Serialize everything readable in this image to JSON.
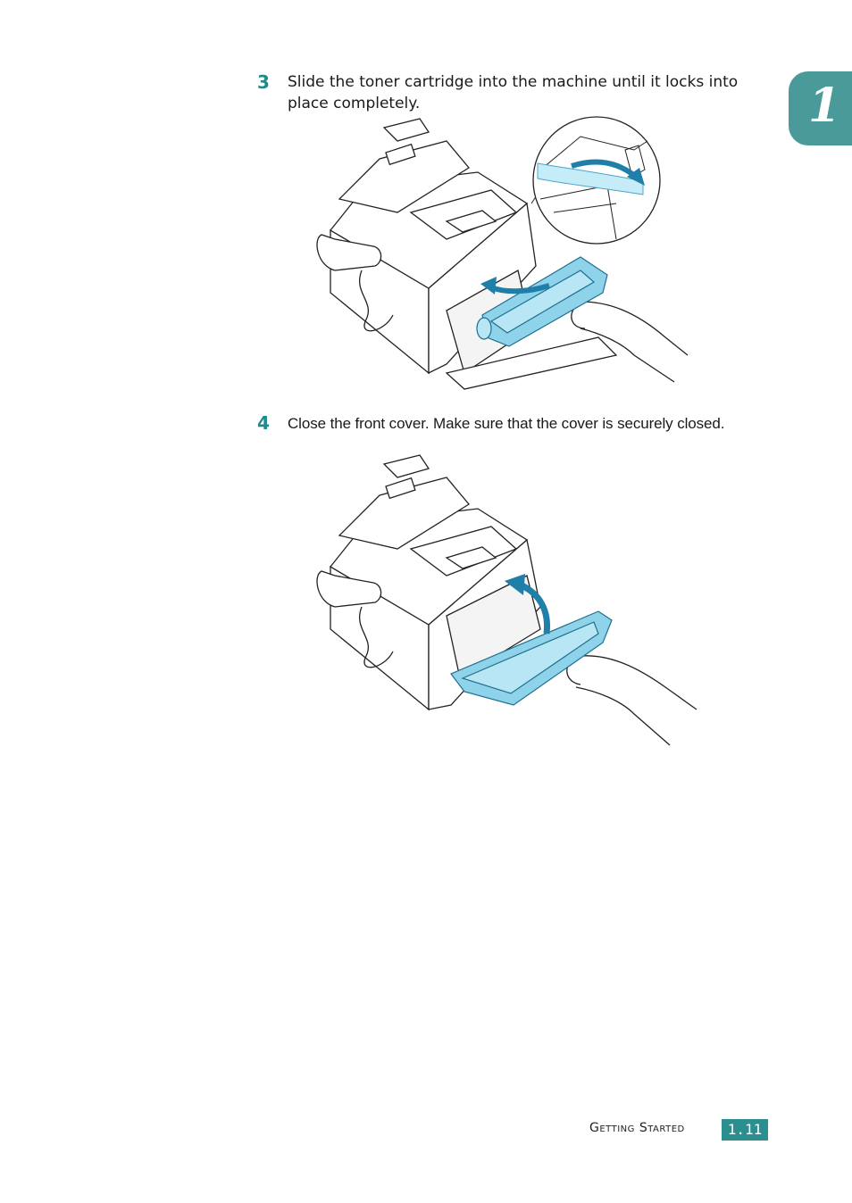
{
  "chapter": {
    "number": "1"
  },
  "steps": [
    {
      "number": "3",
      "text_line1": "Slide the toner cartridge into the machine until it locks into",
      "text_line2": "place completely."
    },
    {
      "number": "4",
      "text": "Close the front cover. Make sure that the cover is securely closed."
    }
  ],
  "footer": {
    "section": "Getting Started",
    "page": "1.11"
  },
  "colors": {
    "accent": "#2c8f8f",
    "tab": "#4a9a9a",
    "highlight": "#8fd3ea",
    "arrow": "#1f7fa8"
  }
}
